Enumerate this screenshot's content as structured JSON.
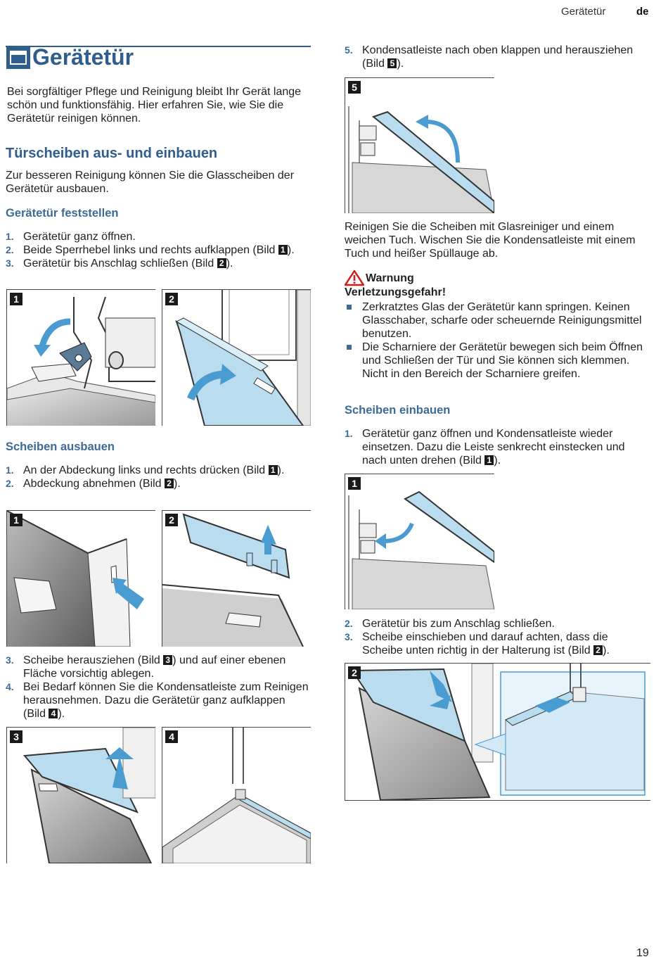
{
  "header": {
    "section": "Gerätetür",
    "lang": "de"
  },
  "title": "Gerätetür",
  "intro": "Bei sorgfältiger Pflege und Reinigung bleibt Ihr Gerät lange schön und funktionsfähig. Hier erfahren Sie, wie Sie die Gerätetür reinigen können.",
  "sec1": {
    "heading": "Türscheiben aus- und einbauen",
    "text": "Zur besseren Reinigung können Sie die Glasscheiben der Gerätetür ausbauen."
  },
  "feststellen": {
    "heading": "Gerätetür feststellen",
    "steps": [
      {
        "num": "1.",
        "text": "Gerätetür ganz öffnen."
      },
      {
        "num": "2.",
        "text": "Beide Sperrhebel links und rechts aufklappen (Bild",
        "ref": "1",
        "after": ")."
      },
      {
        "num": "3.",
        "text": "Gerätetür bis Anschlag schließen (Bild",
        "ref": "2",
        "after": ")."
      }
    ]
  },
  "ausbauen": {
    "heading": "Scheiben ausbauen",
    "steps": [
      {
        "num": "1.",
        "text": "An der Abdeckung links und rechts drücken (Bild",
        "ref": "1",
        "after": ")."
      },
      {
        "num": "2.",
        "text": "Abdeckung abnehmen (Bild",
        "ref": "2",
        "after": ")."
      }
    ],
    "steps2": [
      {
        "num": "3.",
        "text": "Scheibe herausziehen (Bild",
        "ref": "3",
        "after": ") und auf einer ebenen Fläche vorsichtig ablegen."
      },
      {
        "num": "4.",
        "text": "Bei Bedarf können Sie die Kondensatleiste zum Reinigen herausnehmen. Dazu die Gerätetür ganz aufklappen (Bild",
        "ref": "4",
        "after": ")."
      }
    ]
  },
  "right": {
    "step5": {
      "num": "5.",
      "text": "Kondensatleiste nach oben klappen und herausziehen (Bild",
      "ref": "5",
      "after": ")."
    },
    "clean_text": "Reinigen Sie die Scheiben mit Glasreiniger und einem weichen Tuch. Wischen Sie die Kondensatleiste mit einem Tuch und heißer Spüllauge ab.",
    "warning": {
      "label": "Warnung",
      "title": "Verletzungsgefahr!",
      "items": [
        "Zerkratztes Glas der Gerätetür kann springen. Keinen Glasschaber, scharfe oder scheuernde Reinigungsmittel benutzen.",
        "Die Scharniere der Gerätetür bewegen sich beim Öffnen und Schließen der Tür und Sie können sich klemmen. Nicht in den Bereich der Scharniere greifen."
      ]
    },
    "einbauen": {
      "heading": "Scheiben einbauen",
      "steps": [
        {
          "num": "1.",
          "text": "Gerätetür ganz öffnen und Kondensatleiste wieder einsetzen. Dazu die Leiste senkrecht einstecken und nach unten drehen (Bild",
          "ref": "1",
          "after": ")."
        }
      ],
      "steps2": [
        {
          "num": "2.",
          "text": "Gerätetür bis zum Anschlag schließen."
        },
        {
          "num": "3.",
          "text": "Scheibe einschieben und darauf achten, dass die Scheibe unten richtig in der Halterung ist (Bild",
          "ref": "2",
          "after": ")."
        }
      ]
    }
  },
  "figures": {
    "f_lock1": "1",
    "f_lock2": "2",
    "f_cov1": "1",
    "f_cov2": "2",
    "f_pane3": "3",
    "f_strip4": "4",
    "f_r5": "5",
    "f_r1": "1",
    "f_r2": "2"
  },
  "page_number": "19",
  "colors": {
    "accent": "#2f5d8c",
    "glass": "#b9dcef",
    "arrow": "#4a9bd0",
    "warning": "#cc1f1f"
  }
}
